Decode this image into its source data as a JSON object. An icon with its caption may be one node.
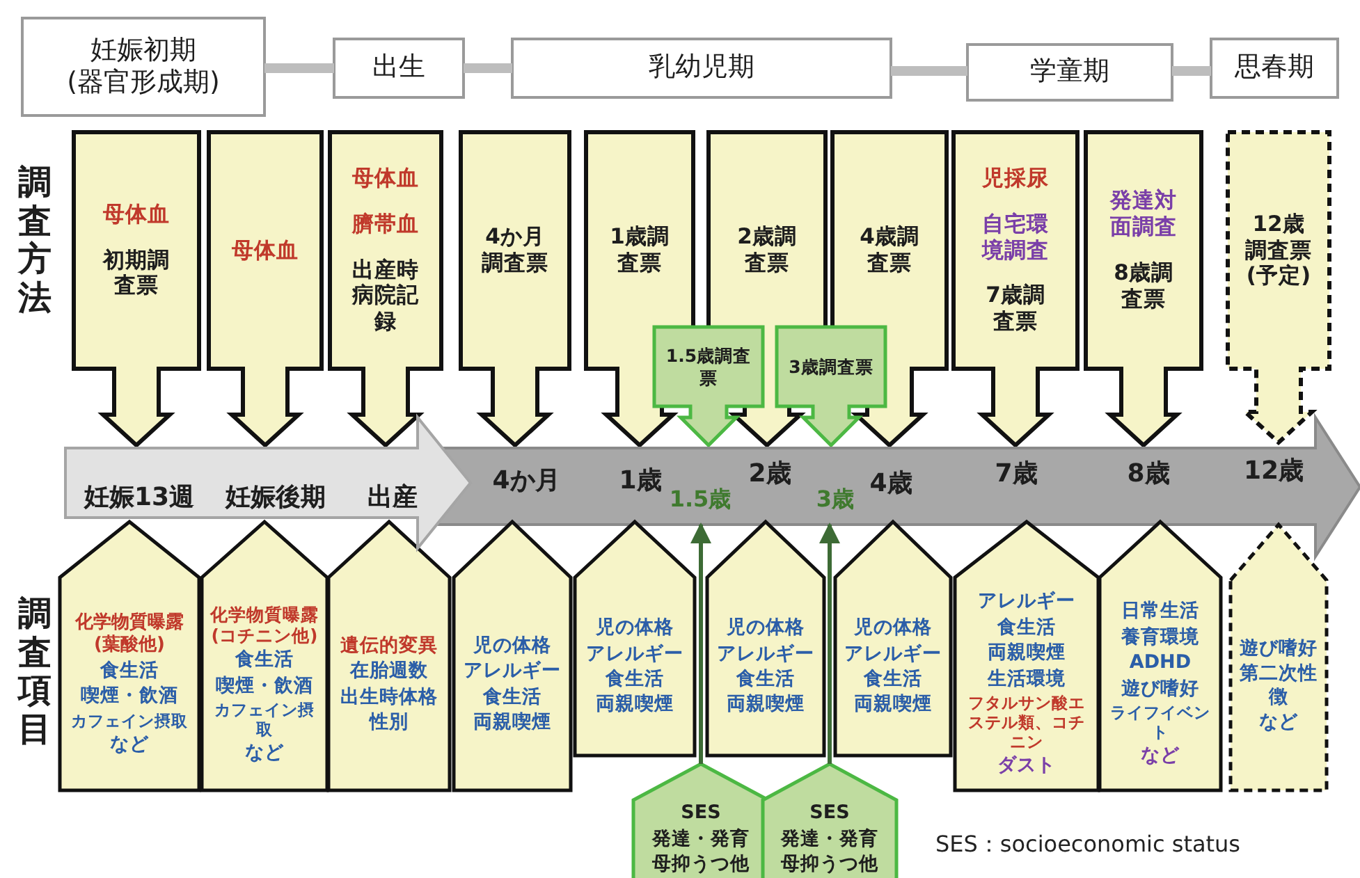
{
  "diagram": {
    "nodes": [
      {
        "text": [
          "妊娠初期(器官形成期)"
        ]
      },
      {
        "text": [
          "出生"
        ]
      },
      {
        "text": [
          "乳幼児期"
        ]
      },
      {
        "text": [
          "学童期"
        ]
      },
      {
        "text": [
          "思春期"
        ]
      },
      {
        "text": [
          "母体血",
          "初期調査票"
        ]
      },
      {
        "text": [
          "母体血"
        ]
      },
      {
        "text": [
          "母体血",
          "臍帯血",
          "出産時病院記録"
        ]
      },
      {
        "text": [
          "4か月調査票"
        ]
      },
      {
        "text": [
          "1歳調査票"
        ]
      },
      {
        "text": [
          "2歳調査票"
        ]
      },
      {
        "text": [
          "4歳調査票"
        ]
      },
      {
        "text": [
          "児採尿",
          "自宅環境調査",
          "7歳調査票"
        ]
      },
      {
        "text": [
          "発達対面調査",
          "8歳調査票"
        ]
      },
      {
        "text": [
          "12歳調査票(予定)"
        ]
      },
      {
        "text": [
          "1.5歳調査票"
        ]
      },
      {
        "text": [
          "3歳調査票"
        ]
      },
      {
        "text": [
          "妊娠13週",
          "妊娠後期",
          "出産"
        ]
      },
      {
        "text": [
          "4か月",
          "1歳",
          "1.5歳",
          "2歳",
          "3歳",
          "4歳",
          "7歳",
          "8歳",
          "12歳"
        ]
      },
      {
        "text": [
          "化学物質曝露(葉酸他)",
          "食生活",
          "喫煙・飲酒",
          "カフェイン摂取",
          "など"
        ]
      },
      {
        "text": [
          "化学物質曝露(コチニン他)",
          "食生活",
          "喫煙・飲酒",
          "カフェイン摂取",
          "など"
        ]
      },
      {
        "text": [
          "遺伝的変異",
          "在胎週数",
          "出生時体格",
          "性別"
        ]
      },
      {
        "text": [
          "児の体格",
          "アレルギー",
          "食生活",
          "両親喫煙"
        ]
      },
      {
        "text": [
          "児の体格",
          "アレルギー",
          "食生活",
          "両親喫煙"
        ]
      },
      {
        "text": [
          "児の体格",
          "アレルギー",
          "食生活",
          "両親喫煙"
        ]
      },
      {
        "text": [
          "児の体格",
          "アレルギー",
          "食生活",
          "両親喫煙"
        ]
      },
      {
        "text": [
          "アレルギー",
          "食生活",
          "両親喫煙",
          "生活環境",
          "フタルサン酸エステル類、コチニン",
          "ダスト"
        ]
      },
      {
        "text": [
          "日常生活",
          "養育環境",
          "ADHD",
          "遊び嗜好",
          "ライフイベント",
          "など"
        ]
      },
      {
        "text": [
          "遊び嗜好",
          "第二次性徴",
          "など"
        ]
      },
      {
        "text": [
          "SES",
          "発達・発育",
          "母抑うつ他"
        ]
      },
      {
        "text": [
          "SES",
          "発達・発育",
          "母抑うつ他"
        ]
      }
    ],
    "edges": [
      {
        "from": 0,
        "to": 1,
        "arrow": "none"
      },
      {
        "from": 1,
        "to": 2,
        "arrow": "none"
      },
      {
        "from": 2,
        "to": 3,
        "arrow": "none"
      },
      {
        "from": 3,
        "to": 4,
        "arrow": "none"
      },
      {
        "from": 29,
        "to": 18,
        "arrow": "to",
        "color": "#3d6b35"
      },
      {
        "from": 30,
        "to": 18,
        "arrow": "to",
        "color": "#3d6b35"
      }
    ],
    "labels": [
      "調査方法",
      "調査項目",
      "SES：socioeconomic status"
    ]
  }
}
